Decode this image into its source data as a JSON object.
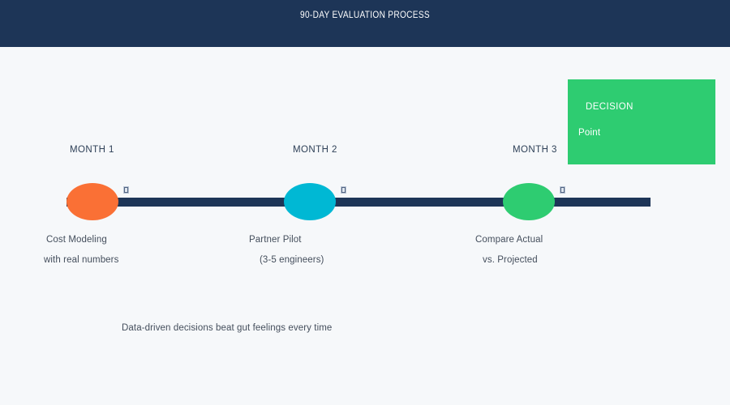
{
  "header": {
    "title": "90-DAY EVALUATION PROCESS",
    "background": "#1d3557",
    "text_color": "#ffffff"
  },
  "page": {
    "background": "#f6f8fa"
  },
  "decision_callout": {
    "line1": "DECISION",
    "line2": "Point",
    "color": "#2ecc71",
    "text_color": "#ffffff"
  },
  "timeline": {
    "line_color": "#1d3557",
    "nodes": [
      {
        "month_label": "MONTH 1",
        "badge_icon": "missing-glyph-box",
        "color": "#fa7035",
        "caption_line1": "Cost Modeling",
        "caption_line2": "with real numbers"
      },
      {
        "month_label": "MONTH 2",
        "badge_icon": "missing-glyph-box",
        "color": "#00b8d4",
        "caption_line1": "Partner Pilot",
        "caption_line2": "(3-5 engineers)"
      },
      {
        "month_label": "MONTH 3",
        "badge_icon": "missing-glyph-box",
        "color": "#2ecc71",
        "caption_line1": "Compare Actual",
        "caption_line2": "vs. Projected"
      }
    ]
  },
  "footnote": {
    "text": "Data-driven decisions beat gut feelings every time"
  }
}
